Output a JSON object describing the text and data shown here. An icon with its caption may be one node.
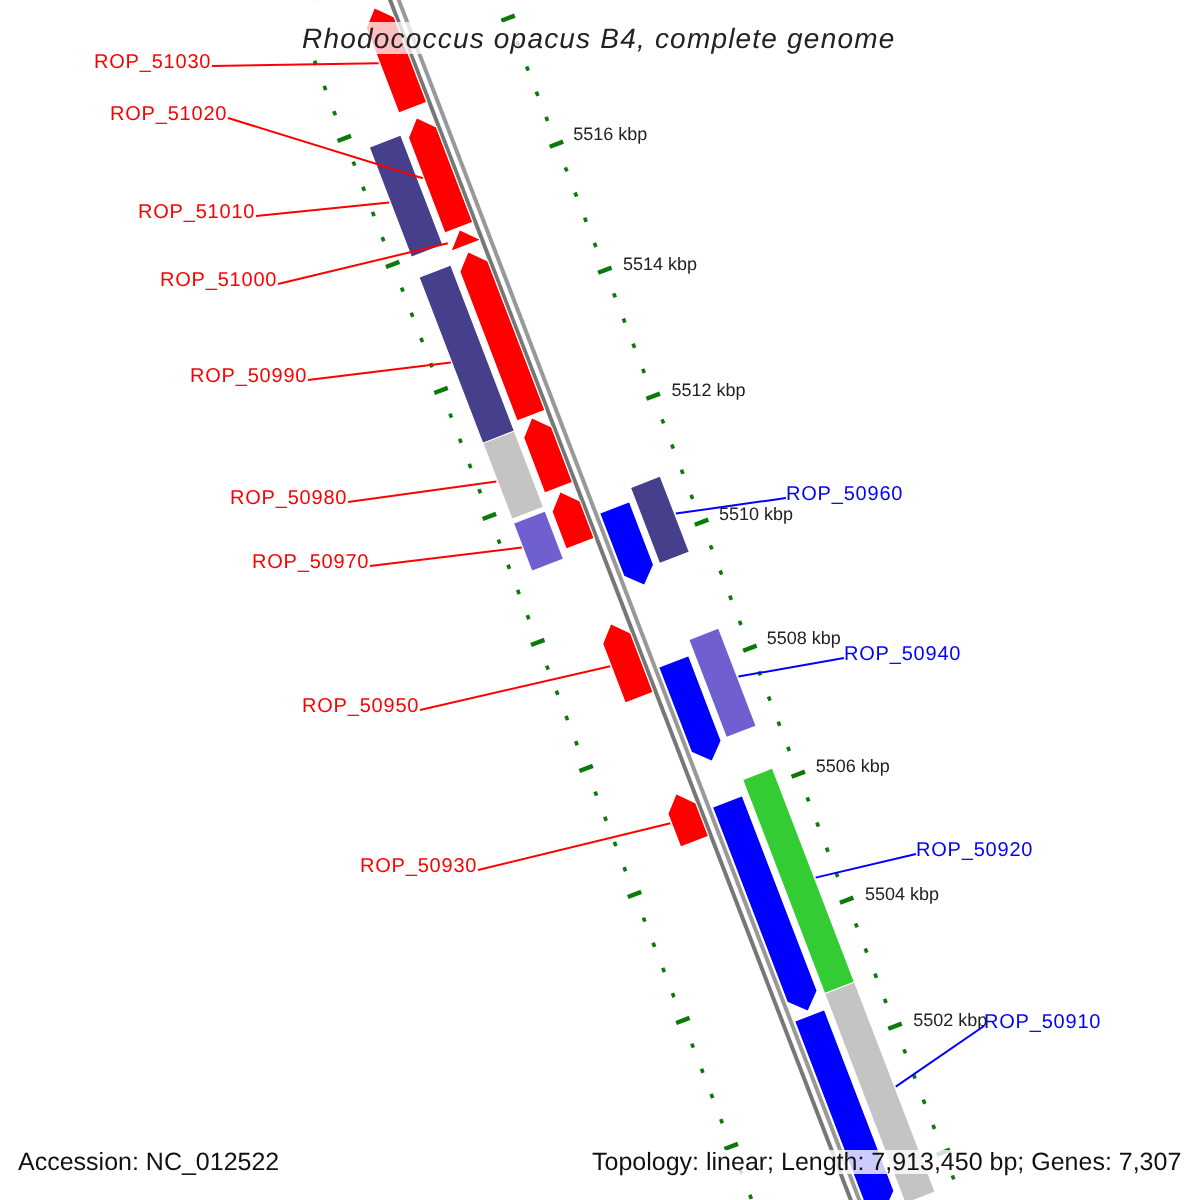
{
  "diagram": {
    "title": "Rhodococcus opacus B4, complete genome",
    "nodes": [
      {
        "text": [
          "ROP_51030"
        ]
      },
      {
        "text": [
          "ROP_51020"
        ]
      },
      {
        "text": [
          "ROP_51010"
        ]
      },
      {
        "text": [
          "ROP_51000"
        ]
      },
      {
        "text": [
          "ROP_50990"
        ]
      },
      {
        "text": [
          "ROP_50980"
        ]
      },
      {
        "text": [
          "ROP_50970"
        ]
      },
      {
        "text": [
          "ROP_50950"
        ]
      },
      {
        "text": [
          "ROP_50930"
        ]
      },
      {
        "text": [
          "ROP_50960"
        ]
      },
      {
        "text": [
          "ROP_50940"
        ]
      },
      {
        "text": [
          "ROP_50920"
        ]
      },
      {
        "text": [
          "ROP_50910"
        ]
      },
      {
        "text": [],
        "shape": "bar"
      },
      {
        "text": [],
        "shape": "pentagon"
      },
      {
        "text": [],
        "shape": "pentagon"
      },
      {
        "text": [],
        "shape": "bar"
      },
      {
        "text": [],
        "shape": "pentagon"
      },
      {
        "text": [],
        "shape": "pentagon"
      },
      {
        "text": [],
        "shape": "bar"
      },
      {
        "text": [],
        "shape": "pentagon"
      },
      {
        "text": [],
        "shape": "bar"
      },
      {
        "text": [],
        "shape": "pentagon"
      },
      {
        "text": [],
        "shape": "bar"
      },
      {
        "text": [],
        "shape": "bar"
      },
      {
        "text": [],
        "shape": "pentagon"
      },
      {
        "text": [],
        "shape": "pentagon"
      },
      {
        "text": [],
        "shape": "bar"
      },
      {
        "text": [],
        "shape": "pentagon"
      },
      {
        "text": [],
        "shape": "pentagon"
      },
      {
        "text": [],
        "shape": "bar"
      },
      {
        "text": [],
        "shape": "pentagon"
      },
      {
        "text": [],
        "shape": "bar"
      },
      {
        "text": [],
        "shape": "pentagon"
      }
    ],
    "edges": [
      {
        "from": 0,
        "to": 14,
        "arrow": "none"
      },
      {
        "from": 1,
        "to": 15,
        "arrow": "none"
      },
      {
        "from": 2,
        "to": 16,
        "arrow": "none"
      },
      {
        "from": 3,
        "to": 17,
        "arrow": "none"
      },
      {
        "from": 4,
        "to": 19,
        "arrow": "none"
      },
      {
        "from": 5,
        "to": 21,
        "arrow": "none"
      },
      {
        "from": 6,
        "to": 23,
        "arrow": "none"
      },
      {
        "from": 7,
        "to": 26,
        "arrow": "none"
      },
      {
        "from": 8,
        "to": 29,
        "arrow": "none"
      },
      {
        "from": 9,
        "to": 24,
        "arrow": "none",
        "color": "#0000ff"
      },
      {
        "from": 10,
        "to": 27,
        "arrow": "none",
        "color": "#0000ff"
      },
      {
        "from": 11,
        "to": 30,
        "arrow": "none",
        "color": "#0000ff"
      },
      {
        "from": 12,
        "to": 32,
        "arrow": "none",
        "color": "#0000ff"
      }
    ],
    "labels": [
      "5516 kbp",
      "5514 kbp",
      "5512 kbp",
      "5510 kbp",
      "5508 kbp",
      "5506 kbp",
      "5504 kbp",
      "5502 kbp",
      "Accession: NC_012522",
      "Topology: linear; Length: 7,913,450 bp; Genes: 7,307"
    ]
  }
}
